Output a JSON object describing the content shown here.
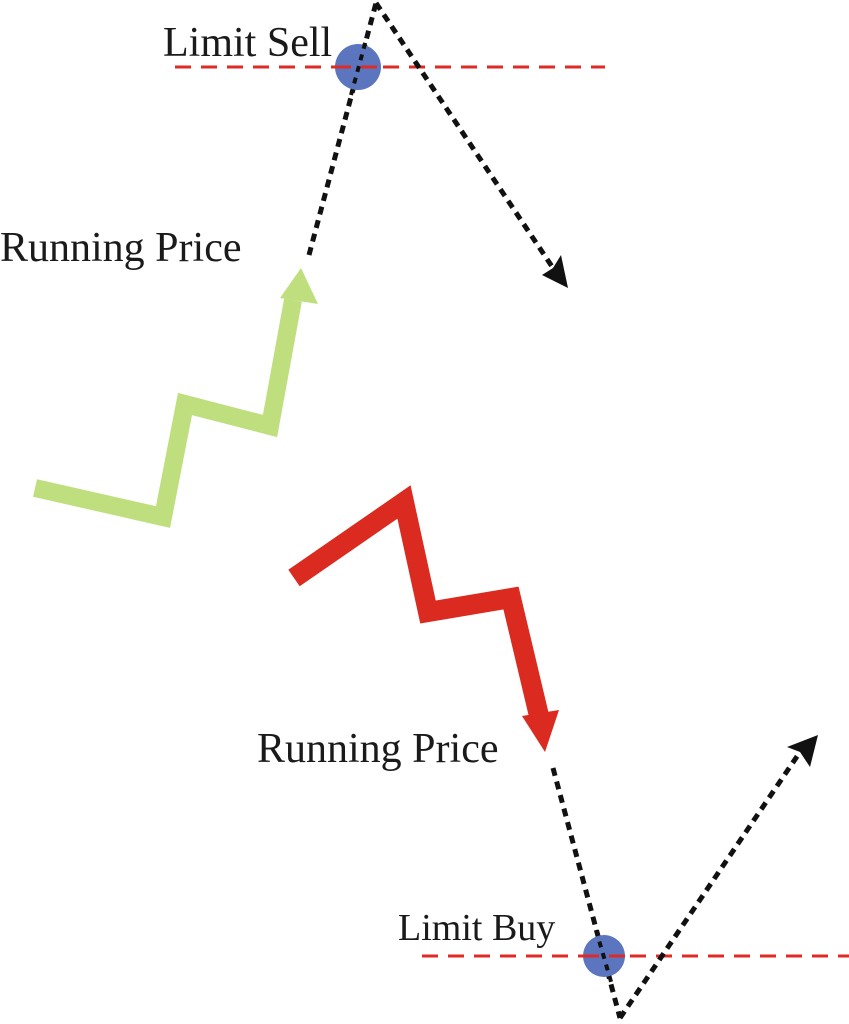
{
  "labels": {
    "limit_sell": "Limit Sell",
    "running_price_top": "Running Price",
    "running_price_bottom": "Running Price",
    "limit_buy": "Limit Buy"
  },
  "colors": {
    "background": "#ffffff",
    "up_trend": "#bfdf7f",
    "down_trend": "#db2a1f",
    "limit_line": "#e02a25",
    "trigger_point": "#5b76bf",
    "projected_path": "#111111",
    "text": "#1a1a1a"
  }
}
